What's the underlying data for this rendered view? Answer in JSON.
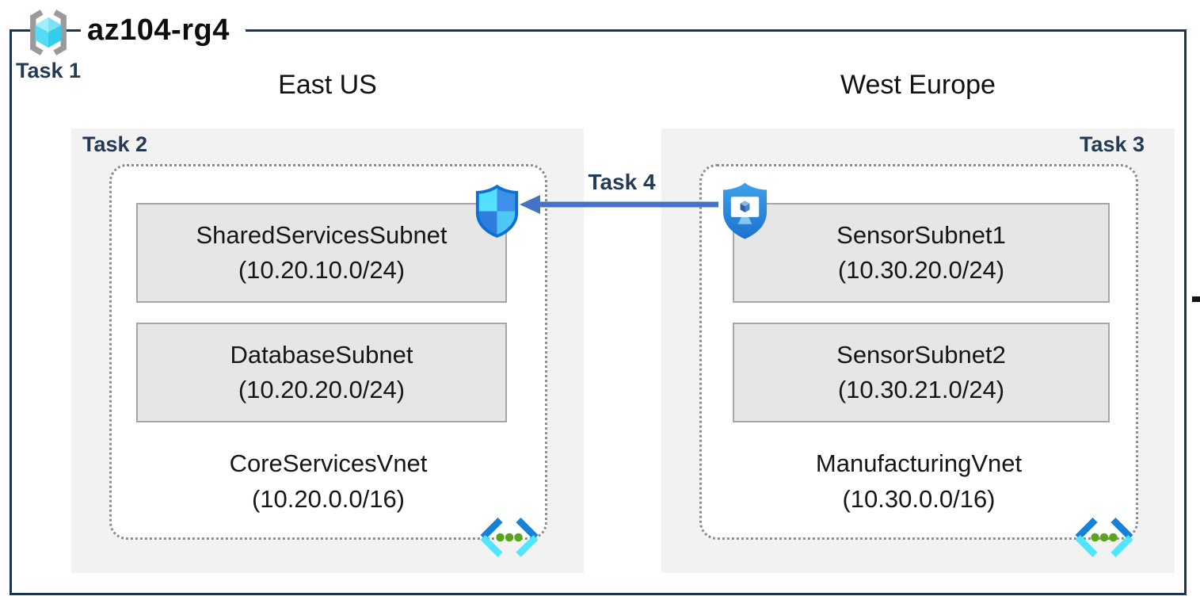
{
  "resource_group": {
    "name": "az104-rg4",
    "task_label": "Task 1",
    "icon": "resource-group-icon"
  },
  "regions": [
    {
      "name": "East US",
      "task_label": "Task 2",
      "vnet": {
        "name": "CoreServicesVnet",
        "cidr": "(10.20.0.0/16)",
        "icon": "virtual-network-icon",
        "subnets": [
          {
            "name": "SharedServicesSubnet",
            "cidr": "(10.20.10.0/24)"
          },
          {
            "name": "DatabaseSubnet",
            "cidr": "(10.20.20.0/24)"
          }
        ]
      }
    },
    {
      "name": "West Europe",
      "task_label": "Task 3",
      "vnet": {
        "name": "ManufacturingVnet",
        "cidr": "(10.30.0.0/16)",
        "icon": "virtual-network-icon",
        "subnets": [
          {
            "name": "SensorSubnet1",
            "cidr": "(10.30.20.0/24)"
          },
          {
            "name": "SensorSubnet2",
            "cidr": "(10.30.21.0/24)"
          }
        ]
      }
    }
  ],
  "peering": {
    "task_label": "Task 4",
    "direction": "right-to-left",
    "source_icon": "bastion-shield-icon",
    "target_icon": "network-security-group-icon"
  },
  "colors": {
    "outer_border": "#1c3352",
    "task_label_text": "#243a52",
    "region_box_fill": "#f2f2f2",
    "subnet_fill": "#e6e6e6",
    "subnet_border": "#a6a6a6",
    "vnet_dotted_border": "#8c8c8c",
    "arrow_blue": "#4472c4",
    "cyan_accent": "#50e6ff",
    "azure_blue": "#1681d8",
    "green_dots": "#5ba41e"
  }
}
